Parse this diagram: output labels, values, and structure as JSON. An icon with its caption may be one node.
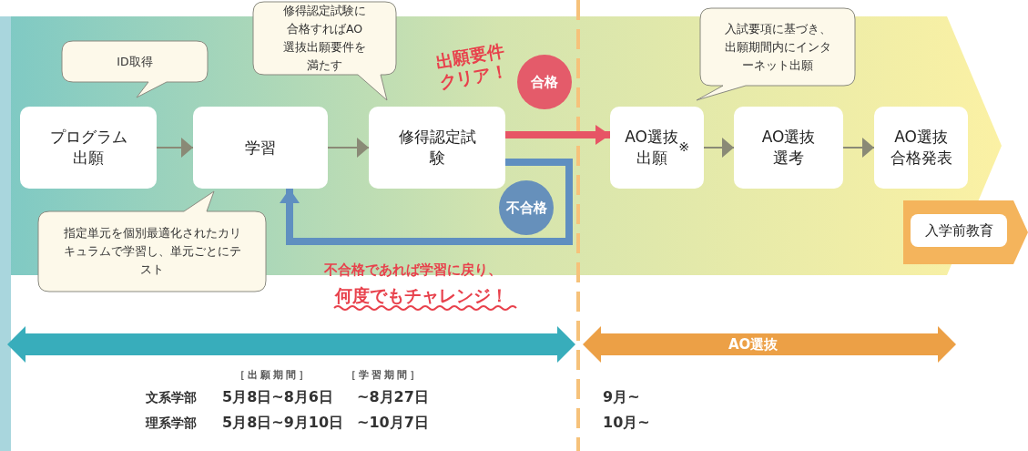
{
  "diagram": {
    "nodes": [
      {
        "text": [
          "プログラム出願"
        ]
      },
      {
        "text": [
          "学習"
        ]
      },
      {
        "text": [
          "修得認定試験"
        ]
      },
      {
        "text": [
          "AO選抜出願$^{※}$"
        ]
      },
      {
        "text": [
          "AO選抜選考"
        ]
      },
      {
        "text": [
          "AO選抜合格発表"
        ]
      },
      {
        "text": [
          "入学前教育"
        ]
      },
      {
        "text": [
          "ID取得"
        ]
      },
      {
        "text": [
          "修得認定試験に合格すればAO選抜出願要件を満たす"
        ]
      },
      {
        "text": [
          "指定単元を個別最適化されたカリキュラムで学習し、単元ごとにテスト"
        ]
      },
      {
        "text": [
          "入試要項に基づき、出願期間内にインターネット出願"
        ]
      },
      {
        "text": [
          "合格"
        ]
      },
      {
        "text": [
          "不合格"
        ]
      }
    ],
    "edges": [
      {
        "from": 0,
        "to": 1,
        "arrow": "to"
      },
      {
        "from": 1,
        "to": 2,
        "arrow": "to"
      },
      {
        "from": 2,
        "to": 3,
        "arrow": "to",
        "style": "thick",
        "color": "#e75565"
      },
      {
        "from": 2,
        "to": 1,
        "arrow": "to",
        "style": "thick",
        "color": "#5f8fc0"
      },
      {
        "from": 3,
        "to": 4,
        "arrow": "to"
      },
      {
        "from": 4,
        "to": 5,
        "arrow": "to"
      }
    ],
    "labels": [
      "出願要件クリア！",
      "不合格であれば学習に戻り、",
      "何度でもチャレンジ！",
      "AO選抜",
      "［出願期間］",
      "［学習期間］",
      "文系学部",
      "5月8日~8月6日",
      "~8月27日",
      "理系学部",
      "5月8日~9月10日",
      "~10月7日",
      "9月~",
      "10月~"
    ]
  }
}
